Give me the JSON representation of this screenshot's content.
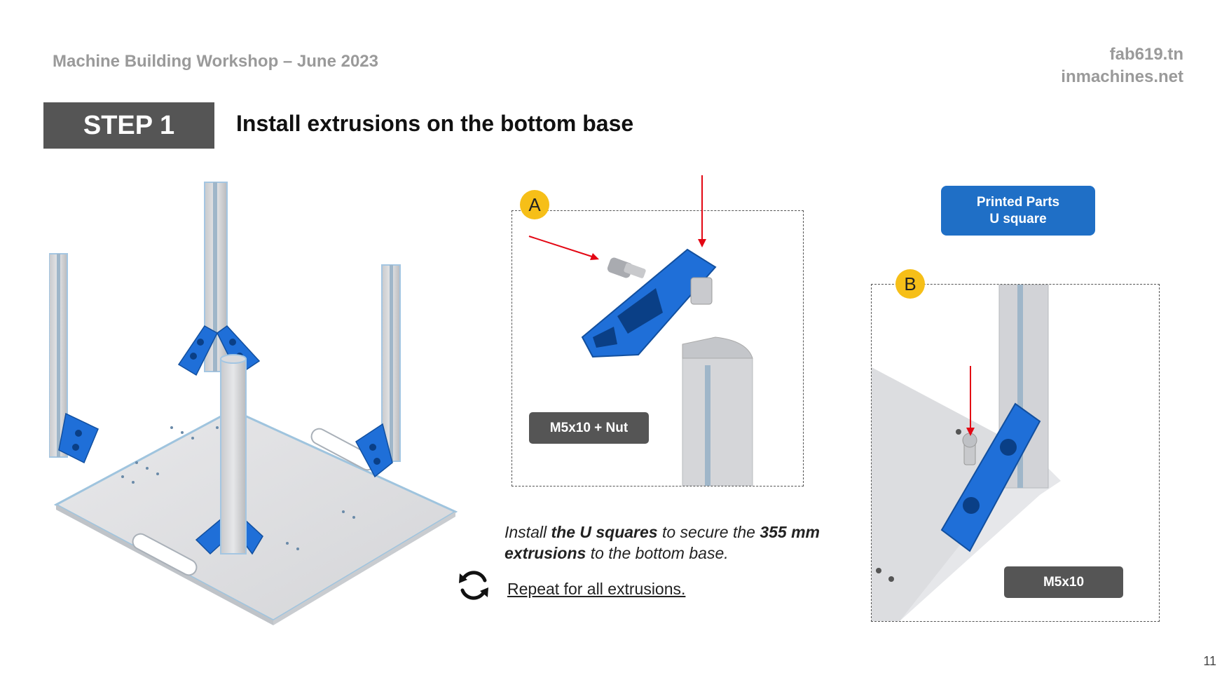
{
  "header": {
    "workshop": "Machine Building Workshop – June 2023",
    "site1": "fab619.tn",
    "site2": "inmachines.net"
  },
  "step": {
    "label": "STEP 1",
    "title": "Install extrusions on the bottom base"
  },
  "detail_a": {
    "badge": "A",
    "hardware_label": "M5x10 + Nut"
  },
  "printed_parts": {
    "line1": "Printed Parts",
    "line2": "U square"
  },
  "detail_b": {
    "badge": "B",
    "hardware_label": "M5x10"
  },
  "instruction": {
    "p1": "Install ",
    "p2": "the  U squares",
    "p3": " to secure the ",
    "p4": "355 mm",
    "p5": "extrusions",
    "p6": " to the bottom base."
  },
  "repeat_text": "Repeat for all extrusions.",
  "page_number": "11",
  "colors": {
    "part_blue": "#1f6fd8",
    "badge_yellow": "#f6bf18",
    "label_gray": "#555555",
    "arrow_red": "#e30613"
  },
  "icons": [
    "refresh-cycle-icon",
    "red-arrow-icon"
  ]
}
